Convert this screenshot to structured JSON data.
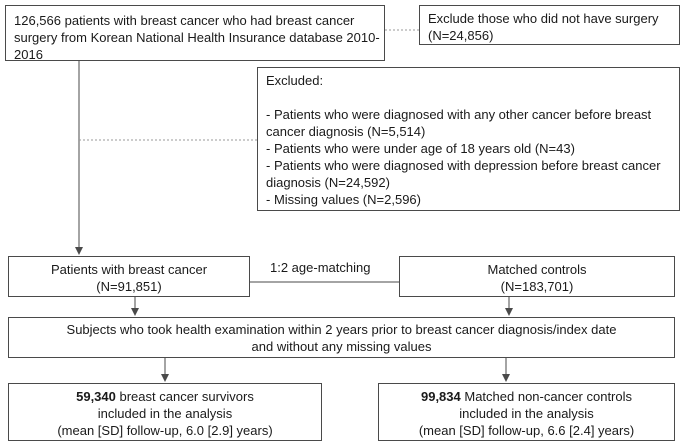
{
  "boxes": {
    "initial": {
      "lines": [
        "126,566 patients with breast cancer who had breast cancer",
        "surgery from Korean National Health Insurance database 2010-",
        "2016"
      ]
    },
    "exclude_surgery": {
      "lines": [
        "Exclude those who did not have surgery",
        "(N=24,856)"
      ]
    },
    "excluded": {
      "heading": "Excluded:",
      "items": [
        [
          "- Patients who were diagnosed with any other cancer before breast",
          "cancer diagnosis (N=5,514)"
        ],
        [
          "- Patients who were under age of 18 years old (N=43)"
        ],
        [
          "- Patients who were diagnosed with depression before breast cancer",
          "diagnosis (N=24,592)"
        ],
        [
          "- Missing values (N=2,596)"
        ]
      ]
    },
    "breast_cancer": {
      "lines": [
        "Patients with breast cancer",
        "(N=91,851)"
      ]
    },
    "matching": {
      "label": "1:2 age-matching"
    },
    "controls": {
      "lines": [
        "Matched controls",
        "(N=183,701)"
      ]
    },
    "health_exam": {
      "lines": [
        "Subjects who took health examination within 2 years prior to breast cancer diagnosis/index date",
        "and without any missing values"
      ]
    },
    "survivors": {
      "count": "59,340",
      "first_rest": " breast cancer survivors",
      "lines": [
        "included in the analysis",
        "(mean [SD] follow-up, 6.0 [2.9] years)"
      ]
    },
    "noncancer": {
      "count": "99,834",
      "first_rest": " Matched non-cancer controls",
      "lines": [
        "included in the analysis",
        "(mean [SD] follow-up, 6.6 [2.4] years)"
      ]
    }
  }
}
